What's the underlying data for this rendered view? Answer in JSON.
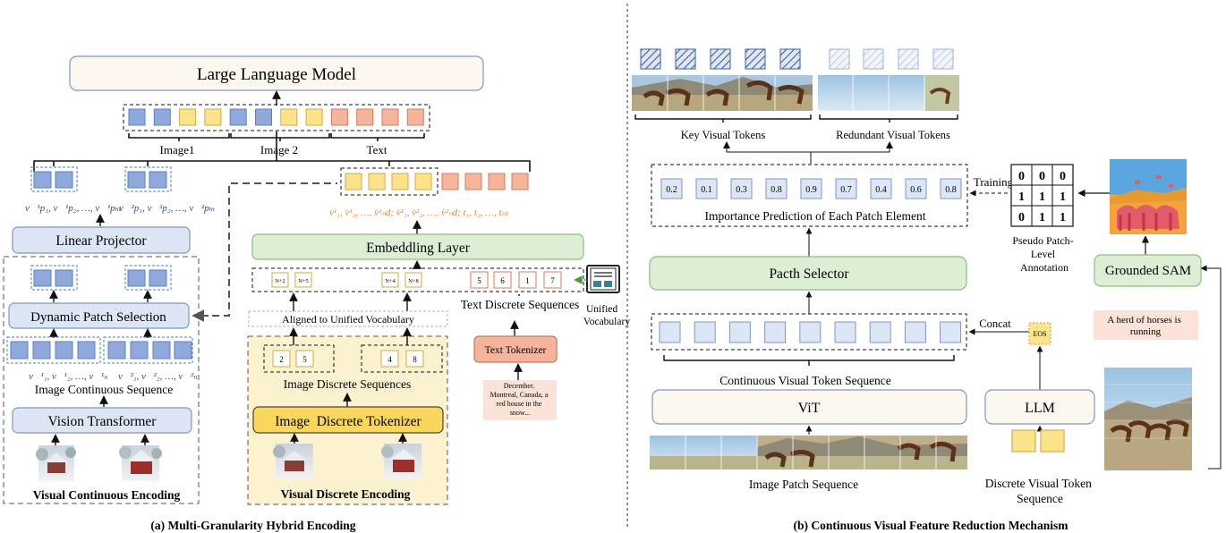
{
  "left": {
    "llm": "Large Language Model",
    "group_labels": [
      "Image1",
      "Image 2",
      "Text"
    ],
    "cont_tokens_label_1": "v⃗¹p₁, v⃗¹p₂, …, v⃗¹pₘ꜀",
    "cont_tokens_label_2": "v⃗²p₁, v⃗²p₂, …, v⃗²pₘ꜀",
    "linear_projector": "Linear Projector",
    "dynamic_patch_selection": "Dynamic Patch Selection",
    "cont_seq_label_1": "v⃗¹₁, v⃗¹₂, …, v⃗¹ₙ꜀",
    "cont_seq_label_2": "v⃗²₁, v⃗²₂, …, v⃗²ₙ꜀",
    "image_cont_seq": "Image Continuous Sequence",
    "vision_transformer": "Vision Transformer",
    "visual_cont_encoding": "Visual Continuous Encoding",
    "disc_tokens_label": "v̇¹₁, v̇¹₂, …, v̇¹ₙd; v̇²₁, v̇²₂, …, v̇²ₙd;",
    "text_tokens_label": " t₁, t₂, …, tₙₜ",
    "embedding_layer": "Embeddling Layer",
    "vocab_ids_image": [
      "N+2",
      "N+5",
      "N+4",
      "N+8"
    ],
    "vocab_ids_text": [
      "5",
      "6",
      "1",
      "7"
    ],
    "text_disc_seq": "Text Discrete Sequences",
    "unified_vocab": "Unified\nVocabulary",
    "aligned": "Aligned to Unified Vocabulary",
    "image_disc_ids": [
      "2",
      "5",
      "4",
      "8"
    ],
    "image_disc_seq": "Image Discrete Sequences",
    "image_disc_tokenizer": "Image  Discrete Tokenizer",
    "visual_disc_encoding": "Visual Discrete Encoding",
    "text_tokenizer": "Text Tokenizer",
    "text_input": "December.\nMontreal, Canada, a\nred house in the\nsnow...",
    "caption": "(a) Multi-Granularity Hybrid Encoding"
  },
  "right": {
    "key_visual_tokens": "Key Visual Tokens",
    "redundant_visual_tokens": "Redundant Visual Tokens",
    "scores": [
      "0.2",
      "0.1",
      "0.3",
      "0.8",
      "0.9",
      "0.7",
      "0.4",
      "0.6",
      "0.8"
    ],
    "importance": "Importance Prediction of Each Patch Element",
    "training": "Training",
    "matrix": [
      [
        "0",
        "0",
        "0"
      ],
      [
        "1",
        "1",
        "1"
      ],
      [
        "0",
        "1",
        "1"
      ]
    ],
    "pseudo_annotation": "Pseudo Patch-\nLevel\nAnnotation",
    "grounded_sam": "Grounded SAM",
    "patch_selector": "Pacth Selector",
    "concat": "Concat",
    "eos": "EOS",
    "horses_text": "A herd of horses is\nrunning",
    "cont_vis_seq": "Continuous Visual Token Sequence",
    "vit": "ViT",
    "llm": "LLM",
    "image_patch_seq": "Image Patch Sequence",
    "discrete_vis_seq": "Discrete Visual Token\nSequence",
    "caption": "(b) Continuous Visual Feature Reduction Mechanism"
  },
  "colors": {
    "blue_token": "#8fa9dc",
    "yellow_token": "#fde38a",
    "orange_token": "#f6b59a",
    "blue_box": "#dce6f5",
    "green_box": "#dcefd4",
    "cream_box": "#fcf8ef",
    "yellow_panel": "#fdf2cf",
    "tokenizer_yellow": "#f9d65c",
    "orange_text": "#d98a3a",
    "blue_text": "#2c4a8a"
  }
}
